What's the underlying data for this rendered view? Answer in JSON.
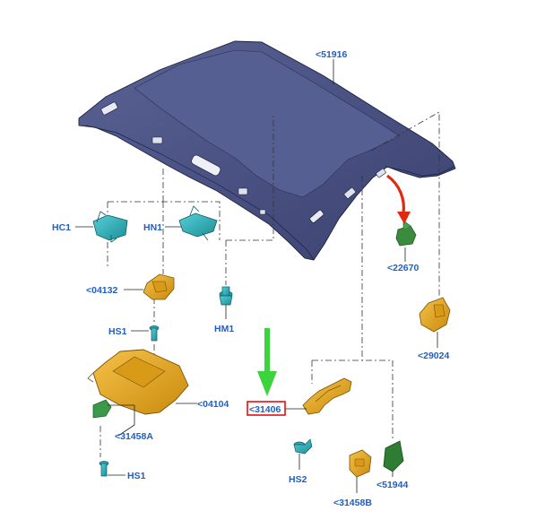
{
  "parts": {
    "headliner": "<51916",
    "hc1": "HC1",
    "hn1": "HN1",
    "clip_22670": "<22670",
    "bracket_04132": "<04132",
    "hm1": "HM1",
    "hs1_top": "HS1",
    "bracket_29024": "<29024",
    "visor_04104": "<04104",
    "handle_31406": "<31406",
    "clip_31458a": "<31458A",
    "hs2": "HS2",
    "hs1_bottom": "HS1",
    "clip_31458b": "<31458B",
    "clip_51944": "<51944"
  },
  "colors": {
    "headliner": "#4b5384",
    "teal": "#2aa9b3",
    "orange": "#e8a317",
    "green": "#2f7d33",
    "red_arrow": "#e02a10",
    "green_arrow": "#3cd43c",
    "highlight_box": "#e01010",
    "label": "#1f5fc4"
  }
}
